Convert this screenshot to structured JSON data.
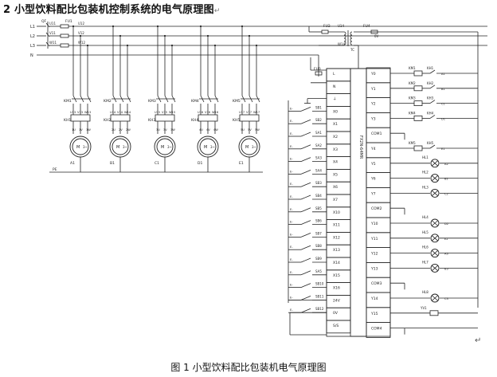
{
  "heading": "2 小型饮料配比包装机控制系统的电气原理图",
  "return_mark": "↵",
  "caption": "图 1 小型饮料配比包装机电气原理图",
  "power": {
    "phases": [
      "L1",
      "L2",
      "L3"
    ],
    "neutral": "N",
    "breaker": "QF",
    "fuse_main": "FU1",
    "u_bus": [
      "U11",
      "U12"
    ],
    "v_bus": [
      "V11",
      "V12"
    ],
    "w_bus": [
      "W11",
      "W12"
    ],
    "ground": "PE"
  },
  "ctrl_power": {
    "fu2": "FU2",
    "fu3": "FU3",
    "fu4": "FU4",
    "u_label": "U14",
    "w_label": "W14",
    "transformer": "TC",
    "out_v": "0V"
  },
  "motors": [
    {
      "km": "KM1",
      "kh": "KH1",
      "terms": [
        "U13",
        "V13",
        "W13"
      ],
      "out": [
        "1U",
        "1V",
        "1W"
      ],
      "name": "A1"
    },
    {
      "km": "KM2",
      "kh": "KH2",
      "terms": [
        "U14",
        "V14",
        "W14"
      ],
      "out": [
        "2U",
        "2V",
        "2W"
      ],
      "name": "B1"
    },
    {
      "km": "KM3",
      "kh": "KH3",
      "terms": [
        "U15",
        "V15",
        "W15"
      ],
      "out": [
        "3U",
        "3V",
        "3W"
      ],
      "name": "C1"
    },
    {
      "km": "KM4",
      "kh": "KH4",
      "terms": [
        "U16",
        "V16",
        "W16"
      ],
      "out": [
        "4U",
        "4V",
        "4W"
      ],
      "name": "D1"
    },
    {
      "km": "KM5",
      "kh": "KH5",
      "terms": [
        "U17",
        "V17",
        "W17"
      ],
      "out": [
        "5U",
        "5V",
        "5W"
      ],
      "name": "E1"
    }
  ],
  "plc": {
    "model": "FX2N-64MR",
    "inputs": [
      "L",
      "N",
      "⏚",
      "X0",
      "X1",
      "X2",
      "X3",
      "X4",
      "X5",
      "X6",
      "X7",
      "X10",
      "X11",
      "X12",
      "X13",
      "X14",
      "X15",
      "X16",
      "24V",
      "0V",
      "S/S"
    ],
    "input_switches": [
      "SB1",
      "SB2",
      "SA1",
      "SA2",
      "SA3",
      "SA4",
      "SB3",
      "SB4",
      "SB5",
      "SB6",
      "SB7",
      "SB8",
      "SB9",
      "SA5",
      "SB10",
      "SB11",
      "SB12"
    ],
    "outputs": [
      "Y0",
      "Y1",
      "Y2",
      "Y3",
      "COM1",
      "Y4",
      "Y5",
      "Y6",
      "Y7",
      "COM2",
      "Y10",
      "Y11",
      "Y12",
      "Y13",
      "COM3",
      "Y14",
      "Y15",
      "COM4"
    ],
    "coils": [
      "KM1",
      "KM2",
      "KM3",
      "KM4",
      "KM5"
    ],
    "overloads": [
      "KH1",
      "KH2",
      "KH3",
      "KH4",
      "KH5"
    ],
    "coil_tags": [
      "A1",
      "B1",
      "C1",
      "D1",
      "E1"
    ],
    "lamps": [
      "HL1",
      "HL2",
      "HL3",
      "HL4",
      "HL5",
      "HL6",
      "HL7",
      "HL8"
    ],
    "lamp_tags": [
      "A2",
      "B2",
      "C2",
      "D2",
      "E2",
      "A3",
      "B3",
      "C3"
    ],
    "valve": "YV1"
  }
}
